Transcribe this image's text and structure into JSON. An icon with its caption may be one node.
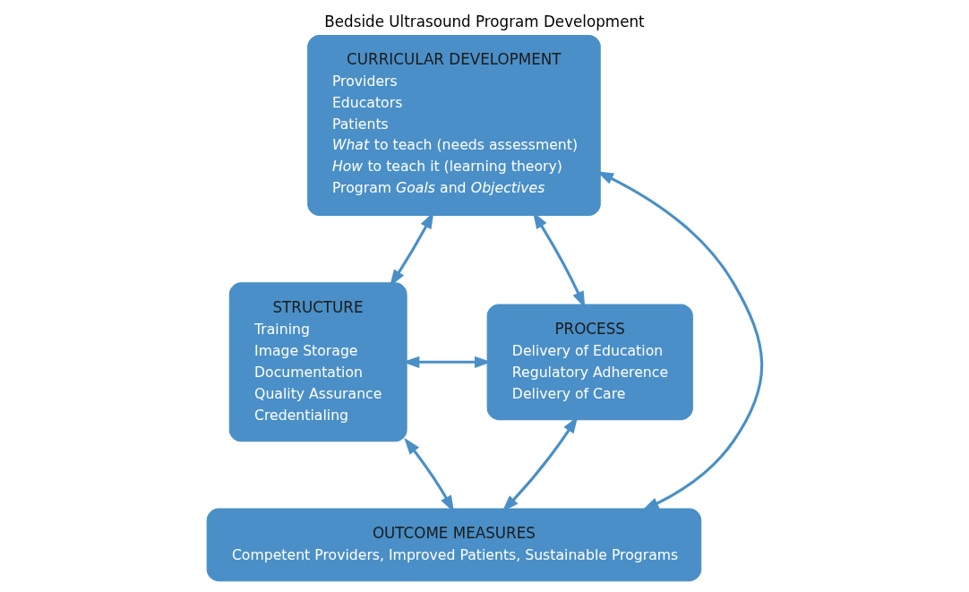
{
  "diagram": {
    "title": "Bedside Ultrasound Program Development",
    "nodes": [
      {
        "text": [
          "CURRICULAR DEVELOPMENT",
          "Providers",
          "Educators",
          "Patients",
          "*What* to teach (needs assessment)",
          "*How* to teach it (learning theory)",
          "Program *Goals* and *Objectives*"
        ]
      },
      {
        "text": [
          "STRUCTURE",
          "Training",
          "Image Storage",
          "Documentation",
          "Quality Assurance",
          "Credentialing"
        ]
      },
      {
        "text": [
          "PROCESS",
          "Delivery of Education",
          "Regulatory Adherence",
          "Delivery of Care"
        ]
      },
      {
        "text": [
          "OUTCOME MEASURES",
          "Competent Providers, Improved Patients, Sustainable Programs"
        ]
      }
    ],
    "edges": [
      {
        "from": 1,
        "to": 0,
        "arrow": "both"
      },
      {
        "from": 0,
        "to": 2,
        "arrow": "both"
      },
      {
        "from": 1,
        "to": 3,
        "arrow": "both"
      },
      {
        "from": 3,
        "to": 2,
        "arrow": "both"
      },
      {
        "from": 0,
        "to": 3,
        "arrow": "both"
      },
      {
        "from": 1,
        "to": 2,
        "arrow": "both"
      }
    ]
  }
}
